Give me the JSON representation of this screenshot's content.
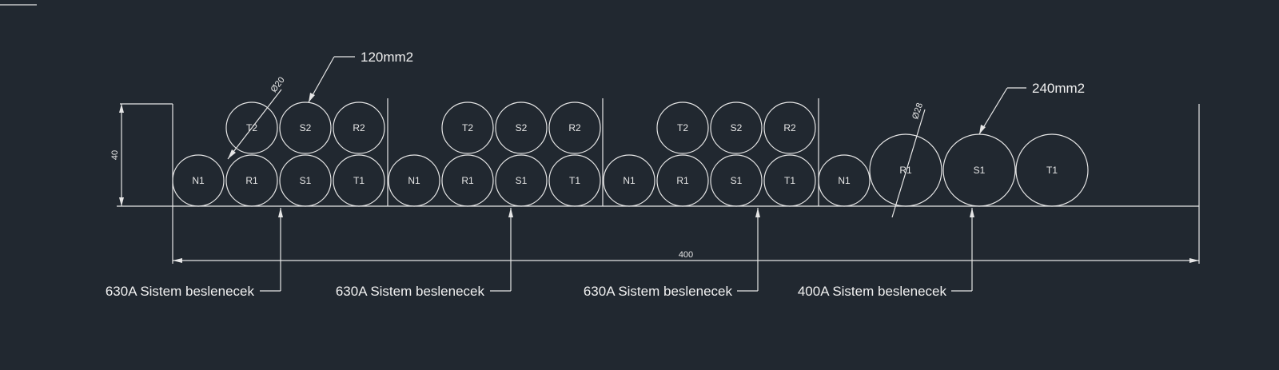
{
  "dimensions": {
    "height_label": "40",
    "width_label": "400",
    "dia_small": "Ø20",
    "dia_large": "Ø28"
  },
  "callouts": {
    "small_cable": "120mm2",
    "large_cable": "240mm2"
  },
  "groups": [
    {
      "feed_label": "630A Sistem beslenecek",
      "bottom": [
        "N1",
        "R1",
        "S1",
        "T1"
      ],
      "top": [
        "T2",
        "S2",
        "R2"
      ]
    },
    {
      "feed_label": "630A Sistem beslenecek",
      "bottom": [
        "N1",
        "R1",
        "S1",
        "T1"
      ],
      "top": [
        "T2",
        "S2",
        "R2"
      ]
    },
    {
      "feed_label": "630A Sistem beslenecek",
      "bottom": [
        "N1",
        "R1",
        "S1",
        "T1"
      ],
      "top": [
        "T2",
        "S2",
        "R2"
      ]
    },
    {
      "feed_label": "400A Sistem beslenecek",
      "bottom": [
        "N1",
        "R1",
        "S1",
        "T1"
      ],
      "top": []
    }
  ]
}
